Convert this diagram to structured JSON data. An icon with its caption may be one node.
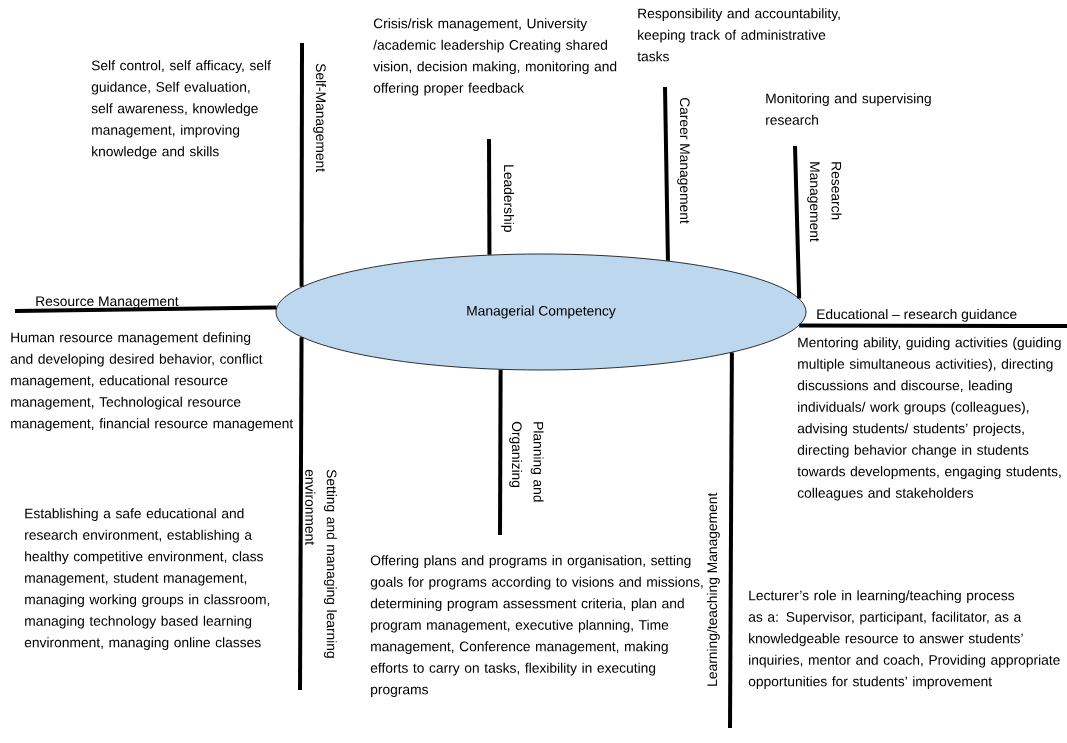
{
  "diagram": {
    "nodes": [
      {
        "text": [
          "Managerial Competency"
        ]
      },
      {
        "text": [
          "Self-Management"
        ]
      },
      {
        "text": [
          "Leadership"
        ]
      },
      {
        "text": [
          "Career Management"
        ]
      },
      {
        "text": [
          "Research Management"
        ]
      },
      {
        "text": [
          "Resource Management"
        ]
      },
      {
        "text": [
          "Educational – research guidance"
        ]
      },
      {
        "text": [
          "Setting and managing learning environment"
        ]
      },
      {
        "text": [
          "Planning and Organizing"
        ]
      },
      {
        "text": [
          "Learning/teaching Management"
        ]
      }
    ],
    "edges": [
      {
        "from": 0,
        "to": 1,
        "arrow": "none"
      },
      {
        "from": 0,
        "to": 2,
        "arrow": "none"
      },
      {
        "from": 0,
        "to": 3,
        "arrow": "none"
      },
      {
        "from": 0,
        "to": 4,
        "arrow": "none"
      },
      {
        "from": 0,
        "to": 5,
        "arrow": "none"
      },
      {
        "from": 0,
        "to": 6,
        "arrow": "none"
      },
      {
        "from": 0,
        "to": 7,
        "arrow": "none"
      },
      {
        "from": 0,
        "to": 8,
        "arrow": "none"
      },
      {
        "from": 0,
        "to": 9,
        "arrow": "none"
      }
    ],
    "labels": [
      "Responsibility and accountability, keeping track of administrative tasks",
      "Crisis/risk management, University /academic leadership Creating shared vision, decision making, monitoring and offering proper feedback",
      "Self control, self afficacy, self guidance, Self evaluation, self awareness, knowledge management, improving knowledge and skills",
      "Monitoring and supervising research",
      "Human resource management defining and developing desired behavior, conflict management, educational resource management, Technological resource management, financial resource management",
      "Mentoring ability, guiding activities (guiding multiple simultaneous activities), directing discussions and discourse, leading individuals/ work groups (colleagues), advising students/ students’ projects, directing behavior change in students towards developments, engaging students, colleagues and stakeholders",
      "Establishing a safe educational and research environment, establishing a healthy competitive environment, class management, student management, managing working groups in classroom, managing technology based learning environment, managing online classes",
      "Offering plans and programs in organisation, setting goals for programs according to visions and missions, determining program assessment criteria, plan and program management, executive planning, Time management, Conference management, making efforts to carry on tasks, flexibility in executing programs",
      "Lecturer’s role in learning/teaching process as a: Supervisor, participant, facilitator, as a knowledgeable resource to answer students’ inquiries, mentor and coach, Providing appropriate opportunities for students’ improvement"
    ]
  }
}
